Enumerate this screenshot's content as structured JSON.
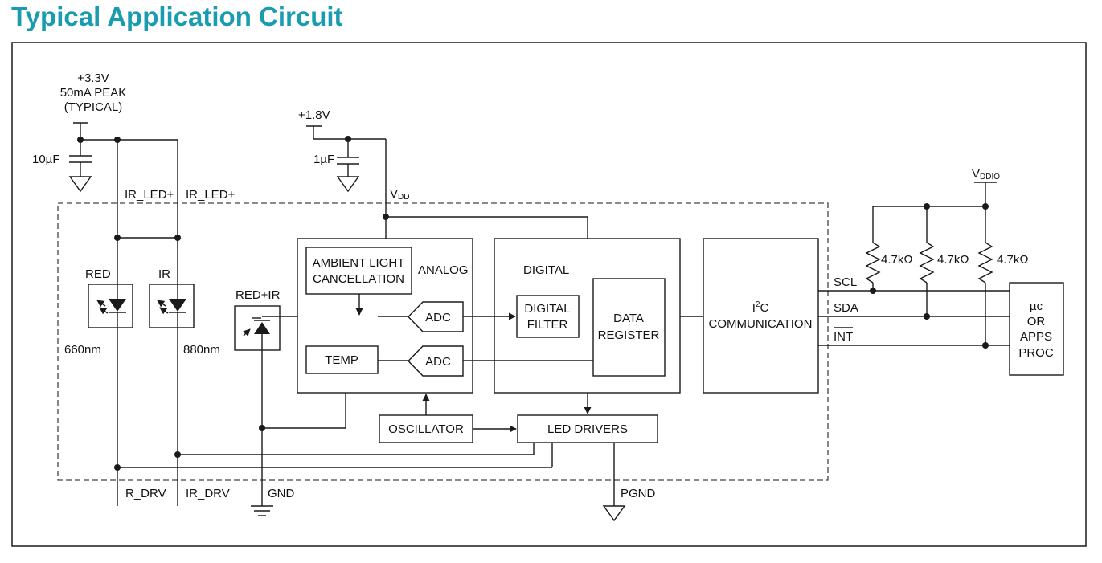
{
  "title": "Typical Application Circuit",
  "labels": {
    "supply_33v": "+3.3V",
    "peak_current": "50mA PEAK",
    "typical": "(TYPICAL)",
    "cap_10uf": "10µF",
    "ir_led_plus_1": "IR_LED+",
    "ir_led_plus_2": "IR_LED+",
    "red": "RED",
    "ir": "IR",
    "nm660": "660nm",
    "nm880": "880nm",
    "red_ir": "RED+IR",
    "supply_18v": "+1.8V",
    "cap_1uf": "1µF",
    "vdd_v": "V",
    "vdd_sub": "DD",
    "ambient_1": "AMBIENT LIGHT",
    "ambient_2": "CANCELLATION",
    "analog": "ANALOG",
    "adc_1": "ADC",
    "adc_2": "ADC",
    "temp": "TEMP",
    "digital": "DIGITAL",
    "digital_filter_1": "DIGITAL",
    "digital_filter_2": "FILTER",
    "data_register_1": "DATA",
    "data_register_2": "REGISTER",
    "i2c_i": "I",
    "i2c_sup": "2",
    "i2c_c": "C",
    "communication": "COMMUNICATION",
    "oscillator": "OSCILLATOR",
    "led_drivers": "LED DRIVERS",
    "r_drv": "R_DRV",
    "ir_drv": "IR_DRV",
    "gnd": "GND",
    "pgnd": "PGND",
    "vddio_v": "V",
    "vddio_sub": "DDIO",
    "res_1": "4.7kΩ",
    "res_2": "4.7kΩ",
    "res_3": "4.7kΩ",
    "scl": "SCL",
    "sda": "SDA",
    "int": "INT",
    "uc_1": "µc",
    "uc_2": "OR",
    "uc_3": "APPS",
    "uc_4": "PROC"
  }
}
